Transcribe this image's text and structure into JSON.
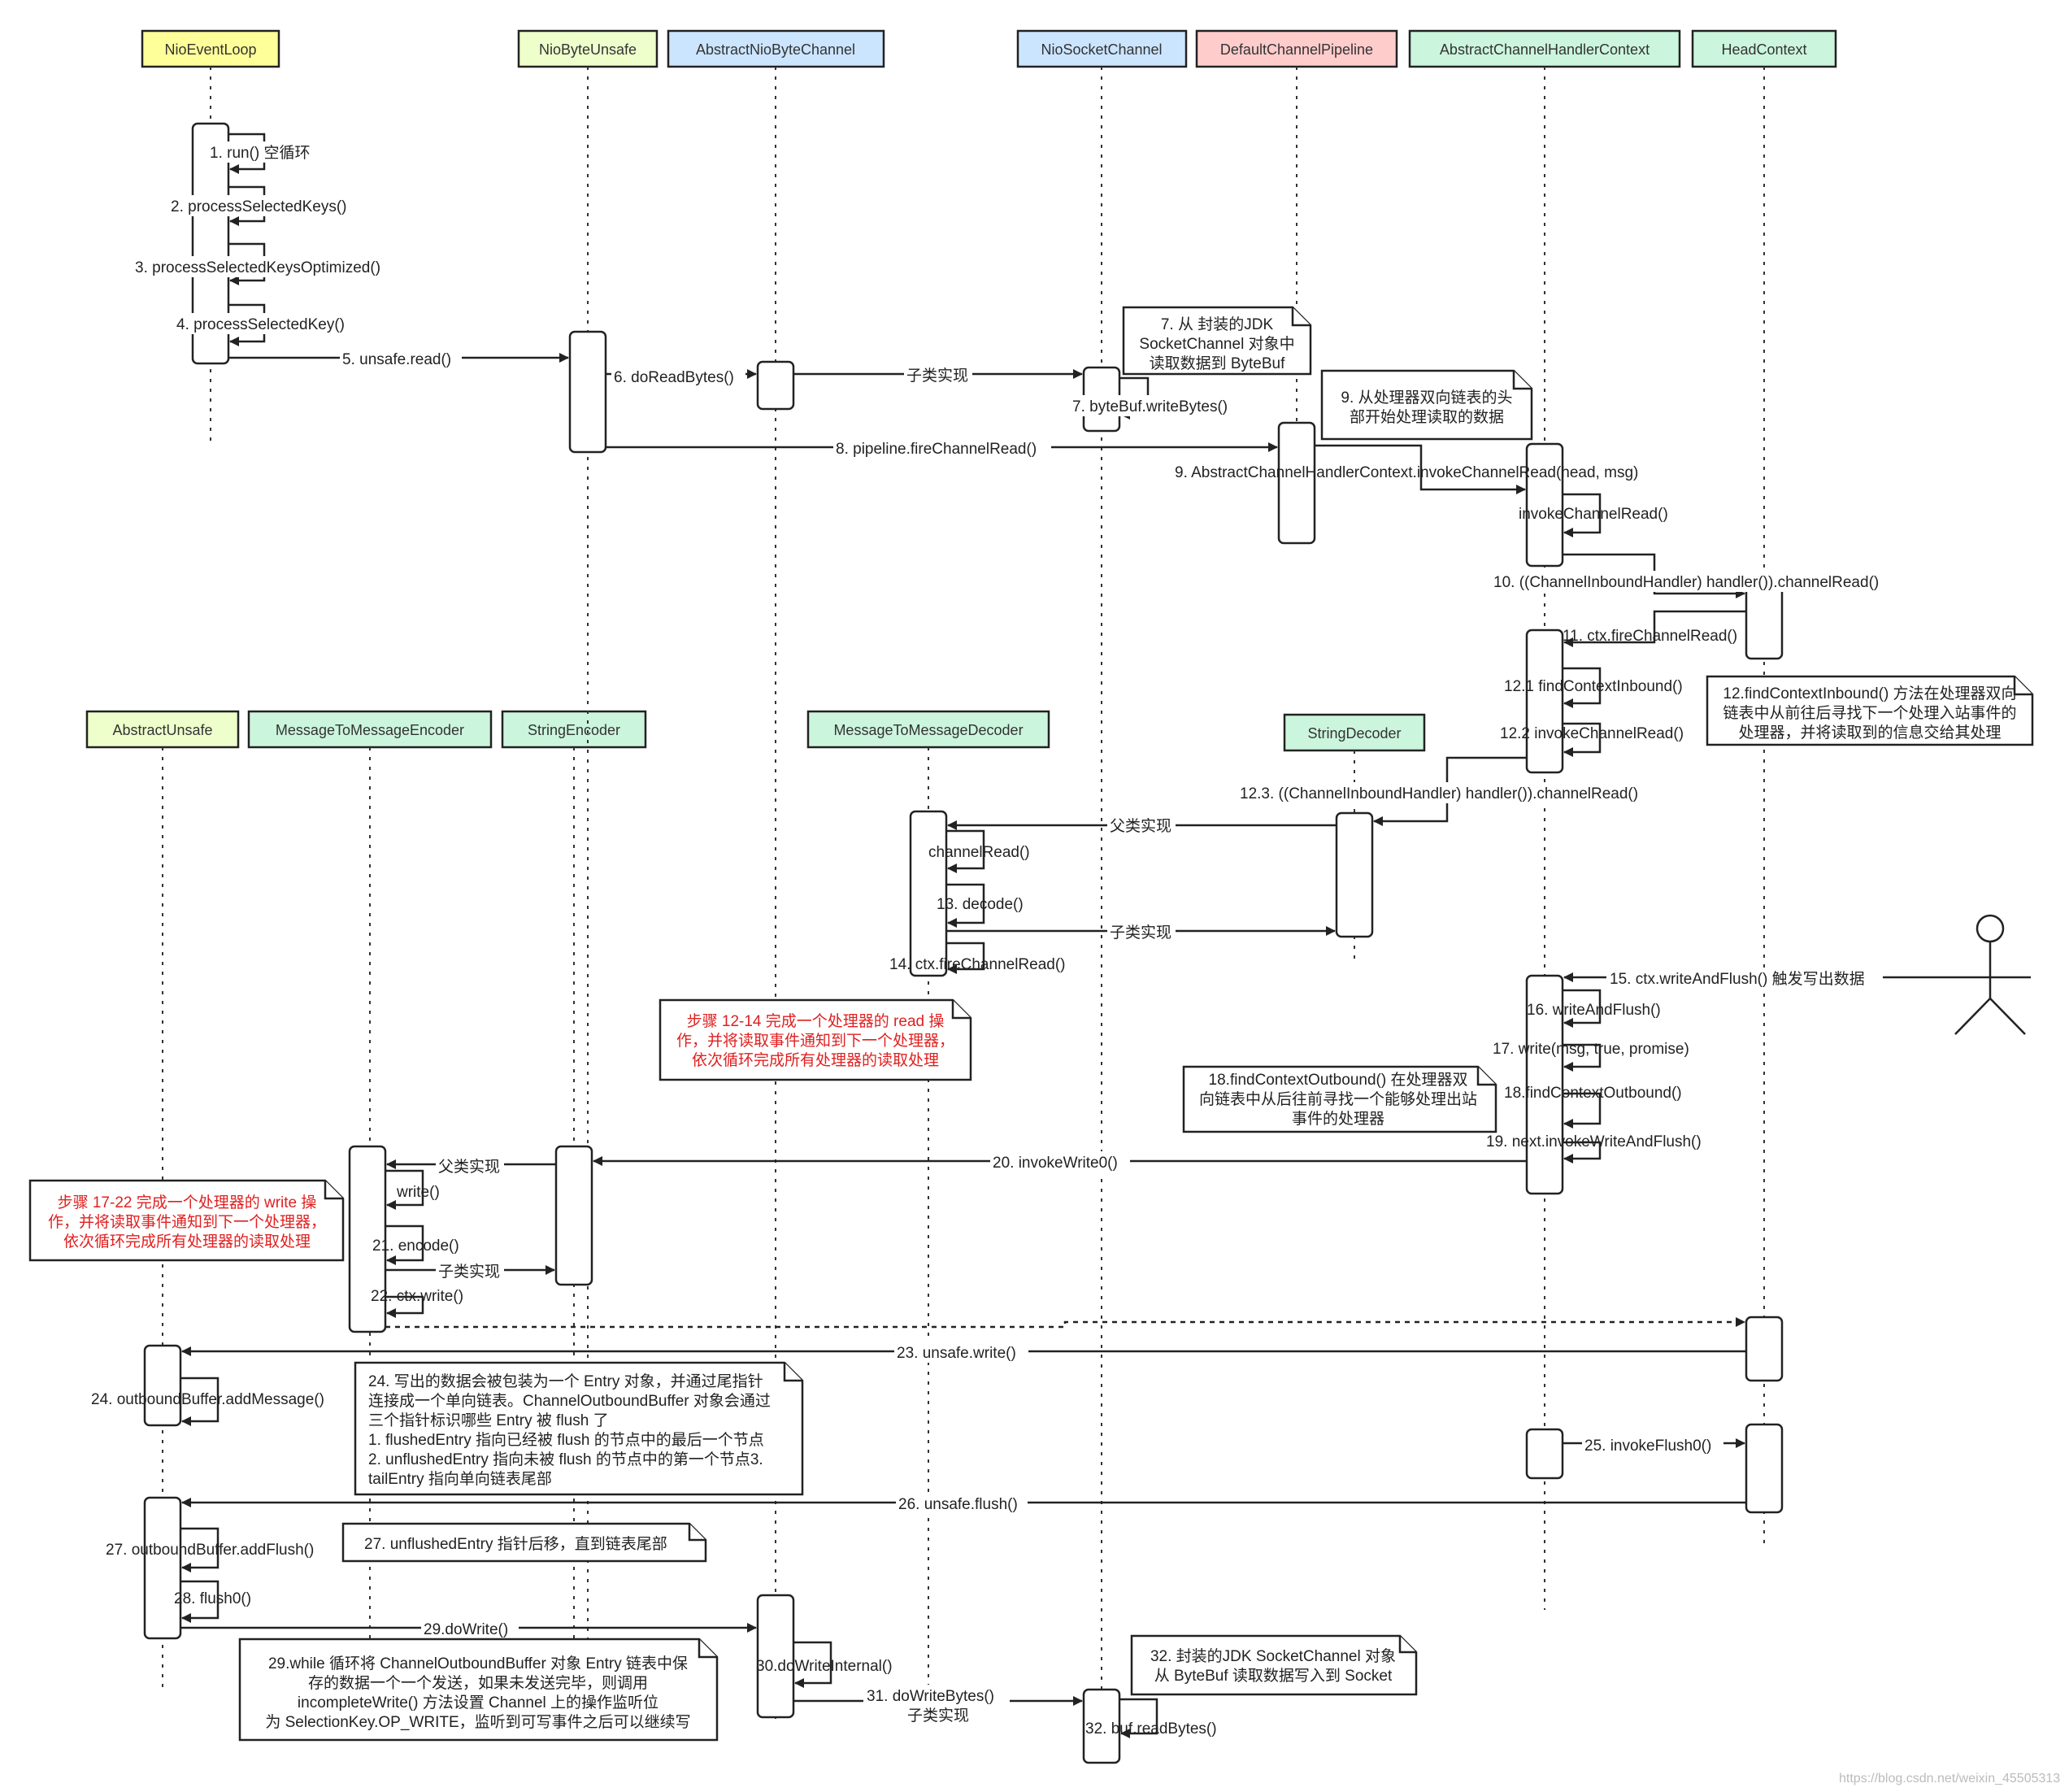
{
  "participants": [
    {
      "id": "p_loop",
      "label": "NioEventLoop",
      "color": "#ffff99"
    },
    {
      "id": "p_unsafe",
      "label": "NioByteUnsafe",
      "color": "#eeffcc"
    },
    {
      "id": "p_anbc",
      "label": "AbstractNioByteChannel",
      "color": "#cce5ff"
    },
    {
      "id": "p_nsc",
      "label": "NioSocketChannel",
      "color": "#cce5ff"
    },
    {
      "id": "p_dcp",
      "label": "DefaultChannelPipeline",
      "color": "#ffcccc"
    },
    {
      "id": "p_achc",
      "label": "AbstractChannelHandlerContext",
      "color": "#ccf5dd"
    },
    {
      "id": "p_head",
      "label": "HeadContext",
      "color": "#ccf5dd"
    },
    {
      "id": "p_au",
      "label": "AbstractUnsafe",
      "color": "#eeffcc"
    },
    {
      "id": "p_mtme",
      "label": "MessageToMessageEncoder",
      "color": "#ccf5dd"
    },
    {
      "id": "p_se",
      "label": "StringEncoder",
      "color": "#ccf5dd"
    },
    {
      "id": "p_mtmd",
      "label": "MessageToMessageDecoder",
      "color": "#ccf5dd"
    },
    {
      "id": "p_sd",
      "label": "StringDecoder",
      "color": "#ccf5dd"
    }
  ],
  "messages": {
    "m1": "1. run() 空循环",
    "m2": "2. processSelectedKeys()",
    "m3": "3. processSelectedKeysOptimized()",
    "m4": "4. processSelectedKey()",
    "m5": "5. unsafe.read()",
    "m6": "6. doReadBytes()",
    "m6b": "子类实现",
    "m7": "7. byteBuf.writeBytes()",
    "m8": "8. pipeline.fireChannelRead()",
    "m9": "9. AbstractChannelHandlerContext.invokeChannelRead(head, msg)",
    "m9b": "invokeChannelRead()",
    "m10": "10. ((ChannelInboundHandler) handler()).channelRead()",
    "m11": "11. ctx.fireChannelRead()",
    "m12_1": "12.1 findContextInbound()",
    "m12_2": "12.2 invokeChannelRead()",
    "m12_3": "12.3. ((ChannelInboundHandler) handler()).channelRead()",
    "m_parent1": "父类实现",
    "m_cr": "channelRead()",
    "m13": "13. decode()",
    "m_child1": "子类实现",
    "m14": "14. ctx.fireChannelRead()",
    "m15": "15. ctx.writeAndFlush() 触发写出数据",
    "m16": "16. writeAndFlush()",
    "m17": "17. write(msg, true, promise)",
    "m18": "18.findContextOutbound()",
    "m19": "19. next.invokeWriteAndFlush()",
    "m20": "20. invokeWrite0()",
    "m_parent2": "父类实现",
    "m_write": "write()",
    "m21": "21. encode()",
    "m_child2": "子类实现",
    "m22": "22. ctx.write()",
    "m23": "23. unsafe.write()",
    "m24": "24. outboundBuffer.addMessage()",
    "m25": "25. invokeFlush0()",
    "m26": "26. unsafe.flush()",
    "m27": "27. outboundBuffer.addFlush()",
    "m28": "28. flush0()",
    "m29": "29.doWrite()",
    "m30": "30.doWriteInternal()",
    "m31a": "31. doWriteBytes()",
    "m31b": "子类实现",
    "m32": "32. buf.readBytes()"
  },
  "notes": {
    "n7": [
      "7. 从 封装的JDK",
      "SocketChannel 对象中",
      "读取数据到 ByteBuf"
    ],
    "n9": [
      "9. 从处理器双向链表的头",
      "部开始处理读取的数据"
    ],
    "n12": [
      "12.findContextInbound() 方法在处理器双向",
      "链表中从前往后寻找下一个处理入站事件的",
      "处理器，并将读取到的信息交给其处理"
    ],
    "n14": [
      "步骤 12-14 完成一个处理器的 read 操",
      "作，并将读取事件通知到下一个处理器，",
      "依次循环完成所有处理器的读取处理"
    ],
    "n18": [
      "18.findContextOutbound() 在处理器双",
      "向链表中从后往前寻找一个能够处理出站",
      "事件的处理器"
    ],
    "n17": [
      "步骤 17-22 完成一个处理器的 write 操",
      "作，并将读取事件通知到下一个处理器，",
      "依次循环完成所有处理器的读取处理"
    ],
    "n24": [
      "24. 写出的数据会被包装为一个 Entry 对象，并通过尾指针",
      "连接成一个单向链表。ChannelOutboundBuffer 对象会通过",
      "三个指针标识哪些 Entry 被 flush 了",
      "1. flushedEntry 指向已经被 flush 的节点中的最后一个节点",
      "2. unflushedEntry 指向未被 flush 的节点中的第一个节点3.",
      "tailEntry 指向单向链表尾部"
    ],
    "n27": [
      "27. unflushedEntry 指针后移，直到链表尾部"
    ],
    "n29": [
      "29.while 循环将 ChannelOutboundBuffer 对象 Entry 链表中保",
      "存的数据一个一个发送，如果未发送完毕，则调用",
      "incompleteWrite() 方法设置 Channel 上的操作监听位",
      "为 SelectionKey.OP_WRITE，监听到可写事件之后可以继续写"
    ],
    "n32": [
      "32. 封装的JDK SocketChannel 对象",
      "从 ByteBuf 读取数据写入到 Socket"
    ]
  },
  "watermark": "https://blog.csdn.net/weixin_45505313"
}
